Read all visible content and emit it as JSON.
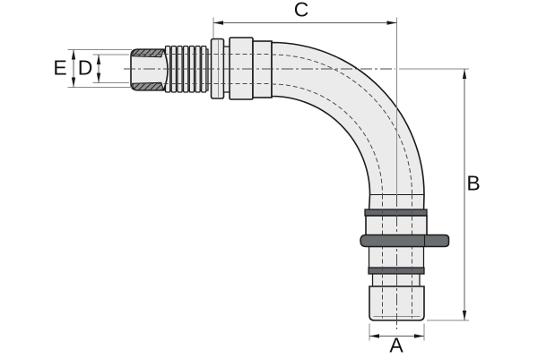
{
  "figure": {
    "description": "Side-view technical drawing of a 90-degree elbow hose-barb fitting with dimension callouts"
  },
  "labels": {
    "c": "C",
    "b": "B",
    "a": "A",
    "e": "E",
    "d": "D"
  },
  "colors": {
    "body_fill": "#ebebeb",
    "outline": "#1a1a1a",
    "clip_gray": "#6b6e71",
    "band_gray": "#63666a",
    "hatch_gray": "#8f9193",
    "dim_line": "#5a5a5a",
    "ext_line": "#8a8a8a",
    "label_text": "#111111",
    "bg": "#ffffff"
  }
}
